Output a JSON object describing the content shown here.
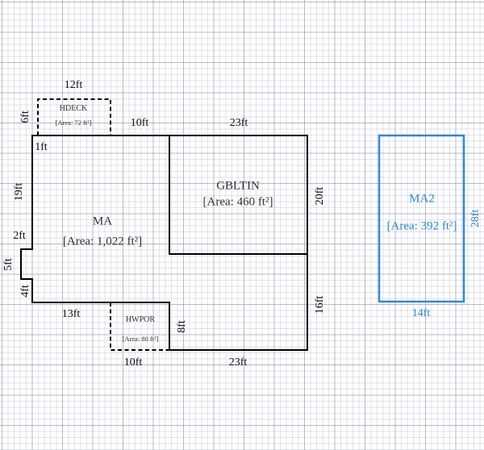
{
  "colors": {
    "wall": "#000000",
    "secondary_structure": "#2f86d6",
    "grid": "#a0a0b8"
  },
  "rooms": {
    "hdeck": {
      "name": "HDECK",
      "area": "[Area: 72 ft²]"
    },
    "ma": {
      "name": "MA",
      "area": "[Area: 1,022 ft²]"
    },
    "gbltin": {
      "name": "GBLTIN",
      "area": "[Area: 460 ft²]"
    },
    "hwpor": {
      "name": "HWPOR",
      "area": "[Area: 80 ft²]"
    },
    "ma2": {
      "name": "MA2",
      "area": "[Area: 392 ft²]"
    }
  },
  "dimensions": {
    "hdeck_top": "12ft",
    "hdeck_left": "6ft",
    "top_mid": "10ft",
    "top_right": "23ft",
    "corner_offset": "1ft",
    "left_upper": "19ft",
    "left_bump_top": "2ft",
    "left_bump": "5ft",
    "left_lower": "4ft",
    "right_upper": "20ft",
    "right_lower": "16ft",
    "bottom_left": "13ft",
    "hwpor_right": "8ft",
    "hwpor_bottom": "10ft",
    "bottom_right": "23ft",
    "ma2_right": "28ft",
    "ma2_bottom": "14ft"
  }
}
